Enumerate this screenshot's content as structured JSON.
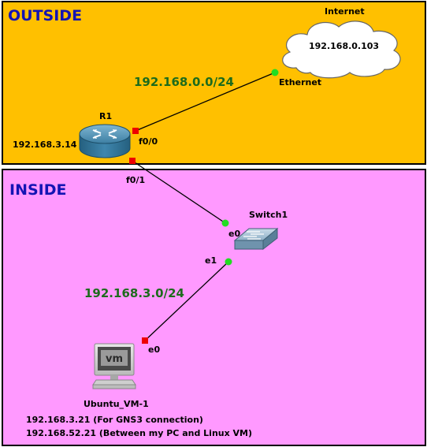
{
  "zones": {
    "outside": {
      "title": "OUTSIDE",
      "color": "#ffc000"
    },
    "inside": {
      "title": "INSIDE",
      "color": "#ff99ff"
    }
  },
  "nodes": {
    "internet": {
      "label": "Internet",
      "address": "192.168.0.103",
      "icon": "cloud-icon"
    },
    "router": {
      "label": "R1",
      "address": "192.168.3.14",
      "icon": "router-icon"
    },
    "switch": {
      "label": "Switch1",
      "icon": "switch-icon"
    },
    "vm": {
      "label": "Ubuntu_VM-1",
      "icon": "vm-monitor-icon",
      "screen_text": "vm",
      "address_1": "192.168.3.21 (For GNS3 connection)",
      "address_2": "192.168.52.21 (Between my PC and Linux VM)"
    }
  },
  "ports": {
    "internet_eth": "Ethernet",
    "r1_f00": "f0/0",
    "r1_f01": "f0/1",
    "sw_e0": "e0",
    "sw_e1": "e1",
    "vm_e0": "e0"
  },
  "networks": {
    "outside": "192.168.0.0/24",
    "inside": "192.168.3.0/24"
  },
  "colors": {
    "link_up": "#22dd22",
    "link_down": "#ee0000",
    "network_label": "#1c6b1c",
    "zone_title": "#1414b4"
  }
}
